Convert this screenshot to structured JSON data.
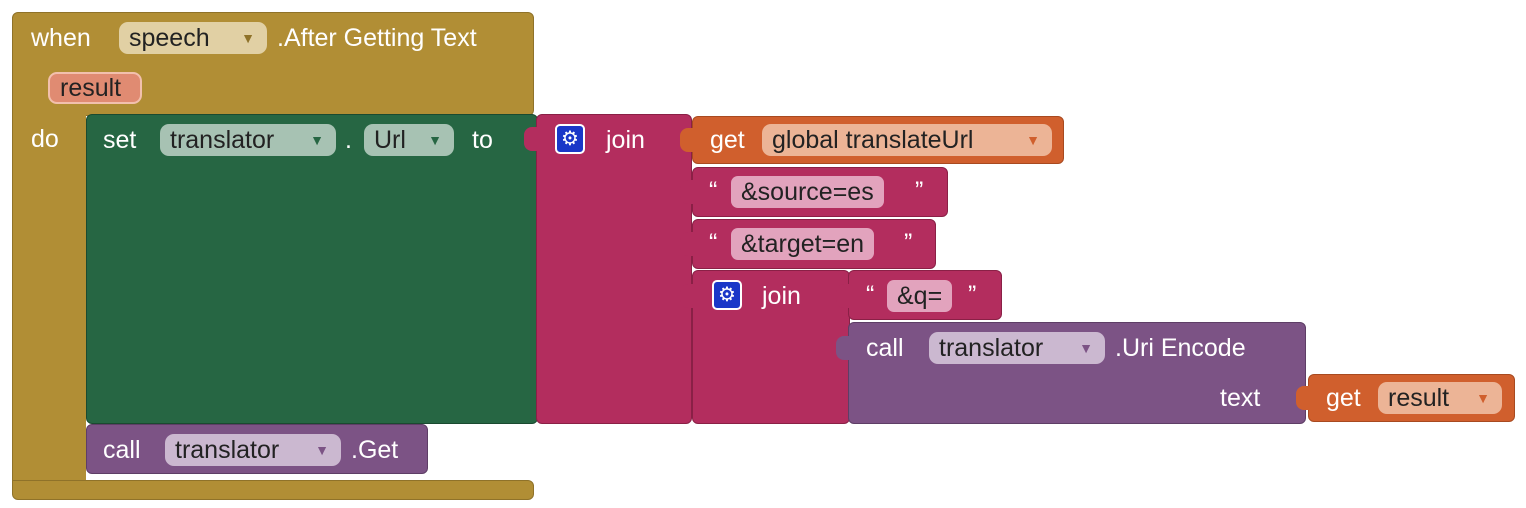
{
  "event_block": {
    "when_label": "when",
    "component": "speech",
    "event_name": ".After Getting Text",
    "param": "result",
    "do_label": "do"
  },
  "set_block": {
    "set_label": "set",
    "component": "translator",
    "dot": ".",
    "property": "Url",
    "to_label": "to"
  },
  "join_outer": {
    "label": "join"
  },
  "get_global": {
    "get_label": "get",
    "variable": "global translateUrl"
  },
  "string_source": {
    "open_quote": "“",
    "value": "&source=es",
    "close_quote": "”"
  },
  "string_target": {
    "open_quote": "“",
    "value": "&target=en",
    "close_quote": "”"
  },
  "join_inner": {
    "label": "join"
  },
  "string_q": {
    "open_quote": "“",
    "value": "&q=",
    "close_quote": "”"
  },
  "uri_encode": {
    "call_label": "call",
    "component": "translator",
    "method": ".Uri Encode",
    "arg_label": "text"
  },
  "get_result": {
    "get_label": "get",
    "variable": "result"
  },
  "call_get": {
    "call_label": "call",
    "component": "translator",
    "method": ".Get"
  },
  "dropdown_glyph": "▼",
  "gear_glyph": "⚙",
  "colors": {
    "event": "#b18e35",
    "set": "#266643",
    "join": "#b32d5e",
    "get": "#d05f2d",
    "call": "#7c5385",
    "param": "#e08b72"
  }
}
